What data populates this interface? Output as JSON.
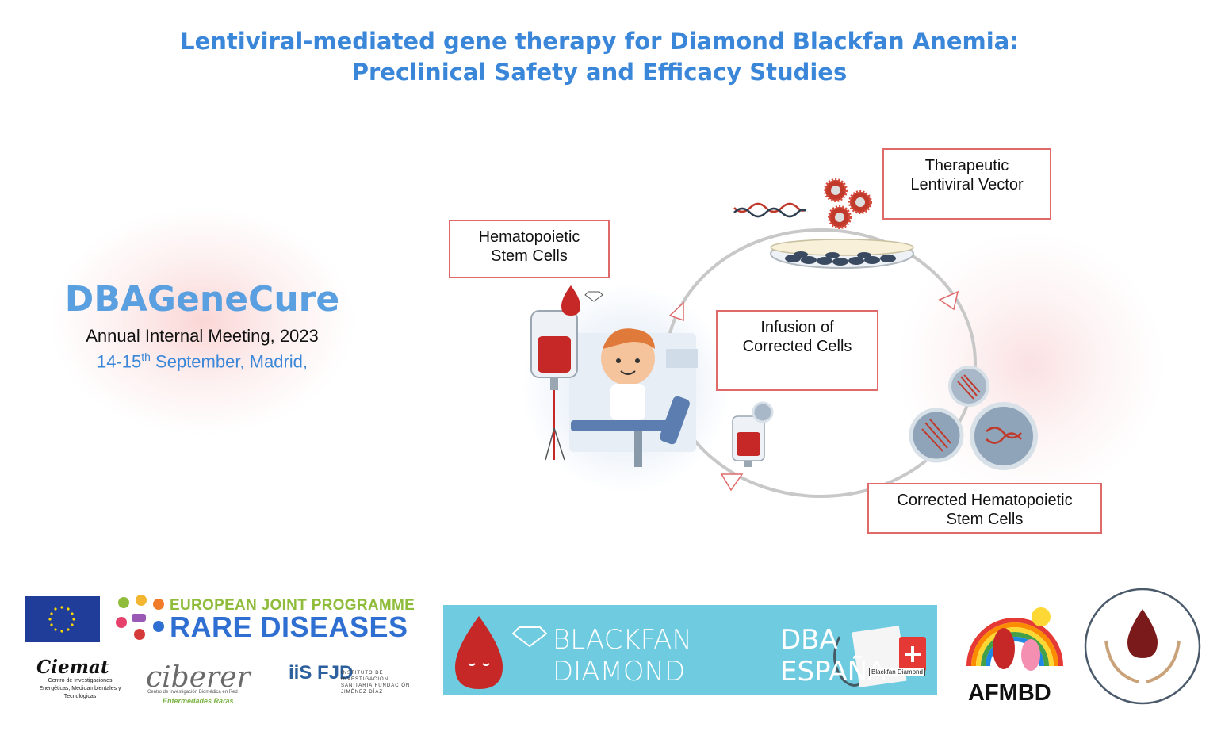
{
  "title": {
    "line1": "Lentiviral-mediated gene therapy for Diamond Blackfan Anemia:",
    "line2": "Preclinical Safety and Efficacy Studies"
  },
  "meeting": {
    "name": "DBAGeneCure",
    "event": "Annual Internal Meeting, 2023",
    "date_prefix": "14-15",
    "date_sup": "th",
    "date_suffix": " September, Madrid,"
  },
  "diagram": {
    "box_hsc_line1": "Hematopoietic",
    "box_hsc_line2": "Stem Cells",
    "box_vector_line1": "Therapeutic",
    "box_vector_line2": "Lentiviral Vector",
    "box_infusion_line1": "Infusion of",
    "box_infusion_line2": "Corrected Cells",
    "box_corrected_line1": "Corrected Hematopoietic",
    "box_corrected_line2": "Stem Cells"
  },
  "logos": {
    "ejp_line1": "EUROPEAN JOINT PROGRAMME",
    "ejp_line2": "RARE DISEASES",
    "ciemat_name": "Ciemat",
    "ciemat_sub": "Centro de Investigaciones Energéticas, Medioambientales y Tecnológicas",
    "ciberer_name": "ciberer",
    "ciberer_sub": "Centro de Investigación Biomédica en Red",
    "ciberer_sub2": "Enfermedades Raras",
    "iis_name": "iiS FJD",
    "iis_sub": "INSTITUTO DE INVESTIGACIÓN SANITARIA FUNDACIÓN JIMÉNEZ DÍAZ",
    "banner_left": "BLACKFAN DIAMOND",
    "banner_right": "DBA ESPAÑA",
    "banner_tag": "Blackfan Diamond",
    "afmbd": "AFMBD"
  },
  "colors": {
    "title_blue": "#3a86d9",
    "box_border": "#e06a6a",
    "cycle_gray": "#c8c8c8",
    "blood_red": "#d32f2f"
  },
  "icons": [
    "eu-flag-icon",
    "blood-drop-icon",
    "diamond-icon",
    "dna-icon",
    "virus-icon",
    "petri-dish-icon",
    "iv-bag-icon",
    "stethoscope-icon",
    "hands-drop-icon",
    "arrow-icon"
  ]
}
